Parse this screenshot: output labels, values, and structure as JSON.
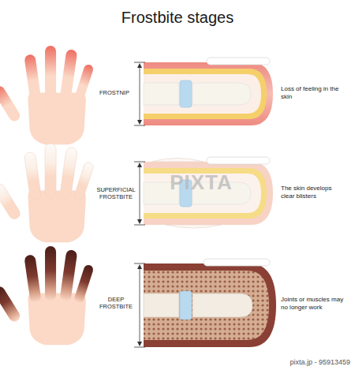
{
  "diagram": {
    "title": "Frostbite stages",
    "labels": [
      "FROSTNIP",
      "Loss of feeling in the skin",
      "SUPERFICIAL FROSTBITE",
      "The skin develops clear blisters",
      "DEEP FROSTBITE",
      "Joints or muscles may no longer work",
      "PIXTA",
      "pixta.jp - 95913459"
    ]
  }
}
